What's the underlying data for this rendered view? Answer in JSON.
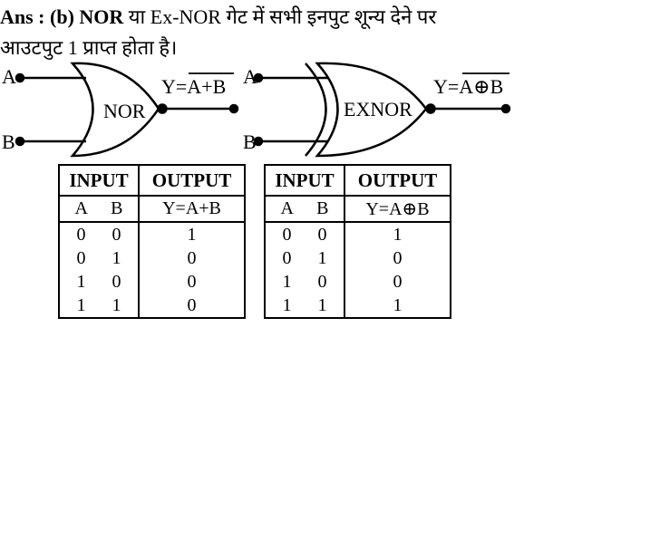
{
  "answer": {
    "prefix": "Ans : (b) NOR",
    "text1": " या Ex-NOR गेट में सभी इनपुट शून्य देने पर",
    "text2": "आउटपुट 1 प्राप्त होता है।"
  },
  "nor_gate": {
    "label": "NOR",
    "input_a": "A",
    "input_b": "B",
    "output_prefix": "Y=",
    "output_expr": "A+B"
  },
  "exnor_gate": {
    "label": "EXNOR",
    "input_a": "A",
    "input_b": "B",
    "output_prefix": "Y=",
    "output_expr": "A⊕B"
  },
  "nor_table": {
    "header_input": "INPUT",
    "header_output": "OUTPUT",
    "col_a": "A",
    "col_b": "B",
    "col_y": "Y=A+B",
    "rows": [
      {
        "a": "0",
        "b": "0",
        "y": "1"
      },
      {
        "a": "0",
        "b": "1",
        "y": "0"
      },
      {
        "a": "1",
        "b": "0",
        "y": "0"
      },
      {
        "a": "1",
        "b": "1",
        "y": "0"
      }
    ]
  },
  "exnor_table": {
    "header_input": "INPUT",
    "header_output": "OUTPUT",
    "col_a": "A",
    "col_b": "B",
    "col_y": "Y=A⊕B",
    "rows": [
      {
        "a": "0",
        "b": "0",
        "y": "1"
      },
      {
        "a": "0",
        "b": "1",
        "y": "0"
      },
      {
        "a": "1",
        "b": "0",
        "y": "0"
      },
      {
        "a": "1",
        "b": "1",
        "y": "1"
      }
    ]
  }
}
